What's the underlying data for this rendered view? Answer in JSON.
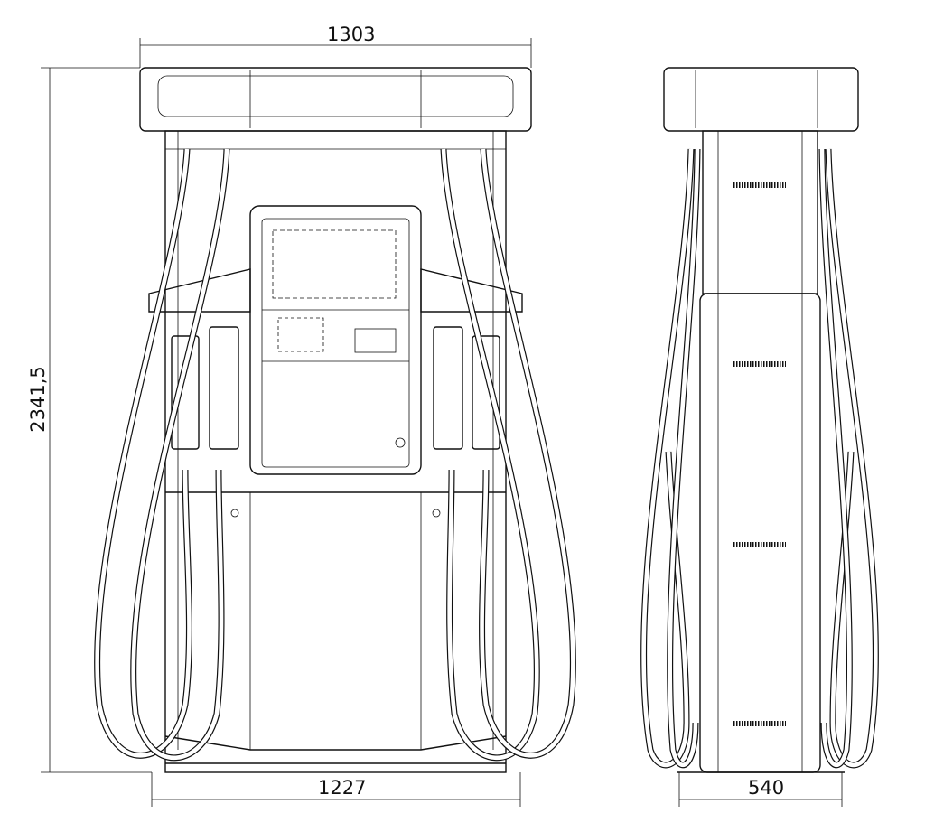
{
  "dimensions": {
    "front_width_top": "1303",
    "height": "2341,5",
    "front_width_base": "1227",
    "side_width": "540"
  }
}
